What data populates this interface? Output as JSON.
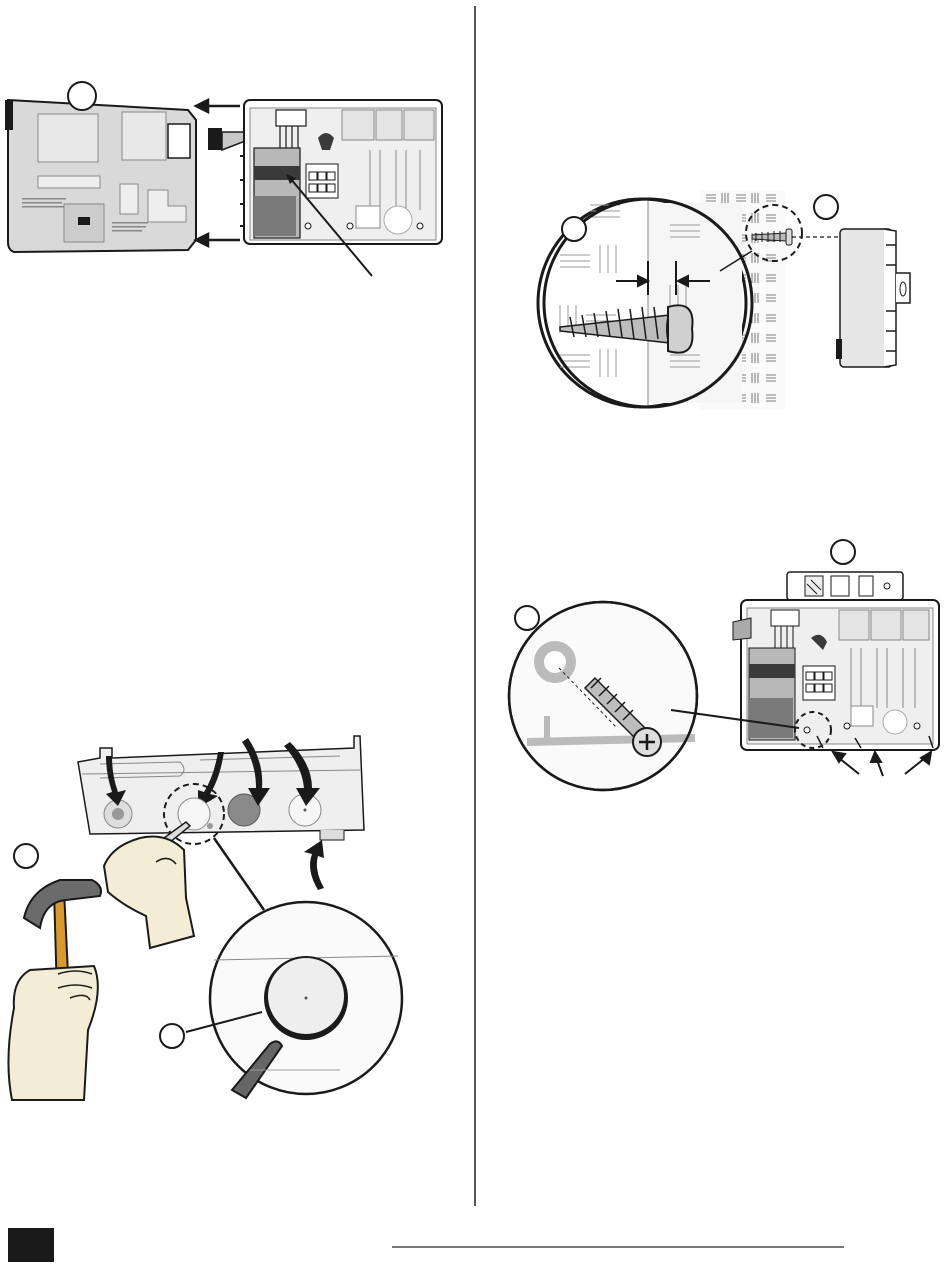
{
  "page": {
    "page_number": ""
  },
  "figures": [
    {
      "name": "remove-front-panel",
      "description_icons": [
        "arrow-left-icon",
        "ribbon-cable-icon",
        "pointer-line-icon"
      ]
    },
    {
      "name": "mount-screw-wall",
      "description_icons": [
        "wall-texture",
        "screw-icon",
        "magnify-circle"
      ]
    },
    {
      "name": "knockout-removal",
      "description_icons": [
        "hammer-icon",
        "screwdriver-icon",
        "curved-arrow-icon"
      ]
    },
    {
      "name": "mount-screws-cabinet",
      "description_icons": [
        "screw-icon",
        "magnify-circle",
        "arrow-up-icon"
      ]
    }
  ],
  "colors": {
    "ink": "#1a1a1a",
    "panel_fill": "#d9d9d9",
    "panel_dark": "#7a7a7a",
    "hand_fill": "#f4edd6",
    "hammer_handle": "#d99a2b",
    "hammer_head": "#6b6b6b"
  }
}
